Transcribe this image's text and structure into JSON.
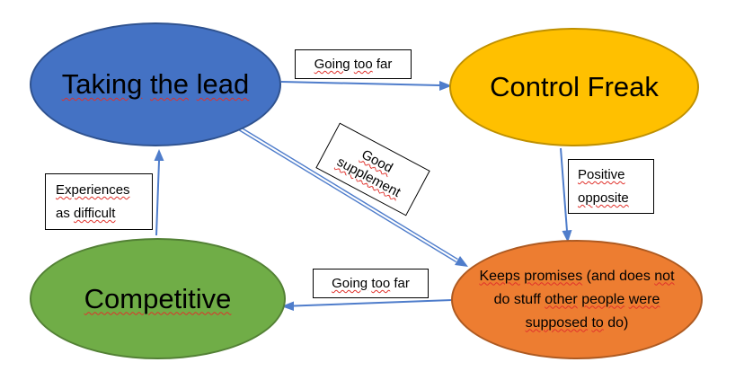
{
  "colors": {
    "background": "#FFFFFF",
    "arrow": "#4F7DCB",
    "box_bg": "#FFFFFF",
    "box_border": "#000000",
    "squiggle": "#E0312B",
    "text": "#000000"
  },
  "ellipses": {
    "taking_the_lead": {
      "label": {
        "text": "Taking the lead",
        "misspelled": [
          0,
          1,
          2
        ]
      },
      "fill": "#4472C4",
      "border": "#2F528F"
    },
    "control_freak": {
      "label": {
        "text": "Control Freak",
        "misspelled": []
      },
      "fill": "#FFC000",
      "border": "#BF9000"
    },
    "competitive": {
      "label": {
        "text": "Competitive",
        "misspelled": [
          0
        ]
      },
      "fill": "#70AD47",
      "border": "#538135"
    },
    "keeps_promises": {
      "label": {
        "text": "Keeps promises (and does not do stuff other people were supposed to do)",
        "misspelled": [
          0,
          1,
          4,
          7,
          8,
          9,
          10,
          11
        ]
      },
      "fill": "#ED7D31",
      "border": "#AE5A21"
    }
  },
  "callouts": {
    "going_too_far_top": {
      "text": "Going too far",
      "misspelled": [
        0,
        1
      ]
    },
    "good_supplement": {
      "text": "Good supplement",
      "misspelled": [
        0,
        1
      ]
    },
    "experiences_as_difficult": {
      "text": "Experiences as difficult",
      "misspelled": [
        0,
        2
      ]
    },
    "positive_opposite": {
      "text": "Positive opposite",
      "misspelled": [
        0,
        1
      ]
    },
    "going_too_far_bottom": {
      "text": "Going too far",
      "misspelled": [
        0,
        1
      ]
    }
  },
  "edges": [
    {
      "from": "Taking the lead",
      "to": "Control Freak",
      "label": "Going too far"
    },
    {
      "from": "Taking the lead",
      "to": "Keeps promises (and does not do stuff other people were supposed to do)",
      "label": "Good supplement"
    },
    {
      "from": "Control Freak",
      "to": "Keeps promises (and does not do stuff other people were supposed to do)",
      "label": "Positive opposite"
    },
    {
      "from": "Keeps promises (and does not do stuff other people were supposed to do)",
      "to": "Competitive",
      "label": "Going too far"
    },
    {
      "from": "Competitive",
      "to": "Taking the lead",
      "label": "Experiences as difficult"
    }
  ]
}
